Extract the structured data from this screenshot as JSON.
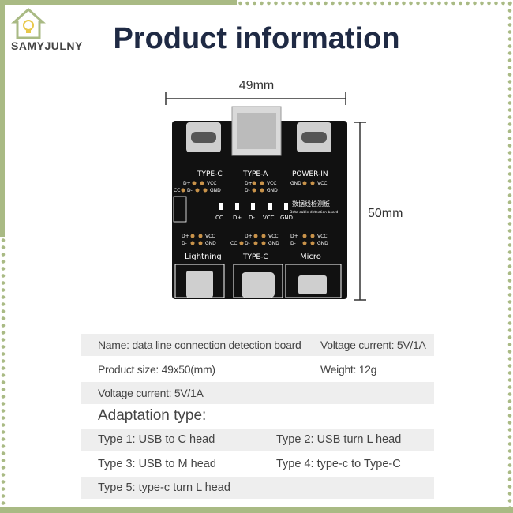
{
  "brand": {
    "name": "SAMYJULNY"
  },
  "title": "Product information",
  "dimensions": {
    "width": "49mm",
    "height": "50mm"
  },
  "board": {
    "ports_top": [
      "TYPE-C",
      "TYPE-A",
      "POWER-IN"
    ],
    "ports_bottom": [
      "Lightning",
      "TYPE-C",
      "Micro"
    ],
    "pins": {
      "dplus": "D+",
      "dminus": "D-",
      "vcc": "VCC",
      "gnd": "GND",
      "cc": "CC"
    },
    "led_labels": [
      "CC",
      "D+",
      "D-",
      "VCC",
      "GND"
    ],
    "chinese_label": "数据线检测板",
    "english_label": "Data cable detection board"
  },
  "specs": {
    "name": "Name: data line connection detection board",
    "voltage_current_1": "Voltage current: 5V/1A",
    "size": "Product size: 49x50(mm)",
    "weight": "Weight: 12g",
    "voltage_current_2": "Voltage current: 5V/1A"
  },
  "adaptation": {
    "title": "Adaptation type:",
    "types": [
      "Type 1: USB to C head",
      "Type 2: USB turn L head",
      "Type 3: USB to M head",
      "Type 4: type-c to Type-C",
      "Type 5: type-c turn L head"
    ]
  }
}
